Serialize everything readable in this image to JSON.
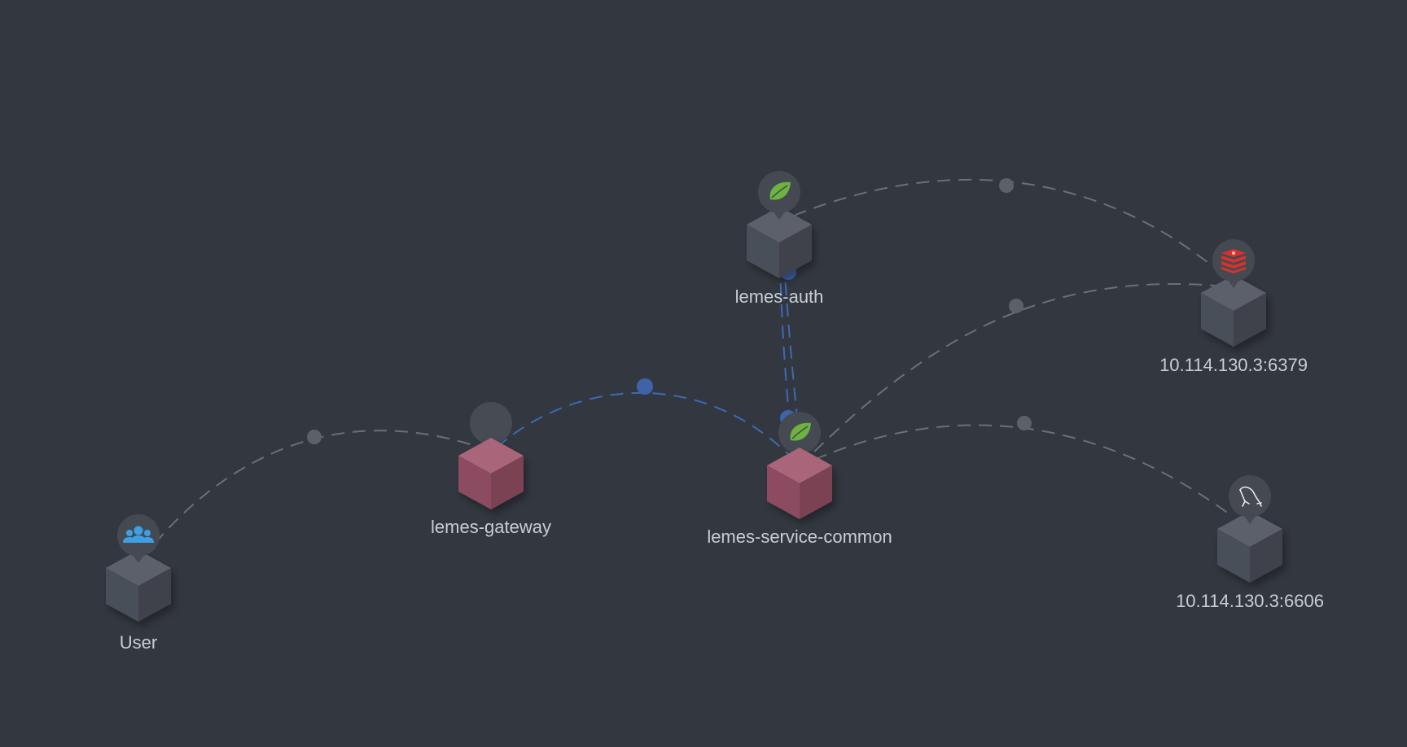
{
  "nodes": {
    "user": {
      "label": "User",
      "kind": "user",
      "icon": "users-icon",
      "icon_color": "#3d9fe6"
    },
    "gateway": {
      "label": "lemes-gateway",
      "kind": "service-highlighted",
      "icon": "none"
    },
    "auth": {
      "label": "lemes-auth",
      "kind": "service",
      "icon": "spring-leaf-icon",
      "icon_color": "#6db33f"
    },
    "common": {
      "label": "lemes-service-common",
      "kind": "service-highlighted",
      "icon": "spring-leaf-icon",
      "icon_color": "#6db33f"
    },
    "redis": {
      "label": "10.114.130.3:6379",
      "kind": "database",
      "icon": "redis-icon",
      "icon_color": "#d8322b"
    },
    "mysql": {
      "label": "10.114.130.3:6606",
      "kind": "database",
      "icon": "mysql-dolphin-icon",
      "icon_color": "#e6e6e6"
    }
  },
  "edges": [
    {
      "from": "User",
      "to": "lemes-gateway",
      "style": "normal"
    },
    {
      "from": "lemes-gateway",
      "to": "lemes-service-common",
      "style": "highlighted"
    },
    {
      "from": "lemes-auth",
      "to": "lemes-service-common",
      "style": "highlighted"
    },
    {
      "from": "lemes-service-common",
      "to": "lemes-auth",
      "style": "highlighted"
    },
    {
      "from": "lemes-auth",
      "to": "10.114.130.3:6379",
      "style": "normal"
    },
    {
      "from": "lemes-service-common",
      "to": "10.114.130.3:6379",
      "style": "normal"
    },
    {
      "from": "lemes-service-common",
      "to": "10.114.130.3:6606",
      "style": "normal"
    }
  ],
  "colors": {
    "background": "#333840",
    "cube_gray": "#555a63",
    "cube_highlight": "#9c5a6e",
    "edge_normal": "#6b6f77",
    "edge_highlight": "#3f69b5",
    "label": "#c9cdd3"
  }
}
